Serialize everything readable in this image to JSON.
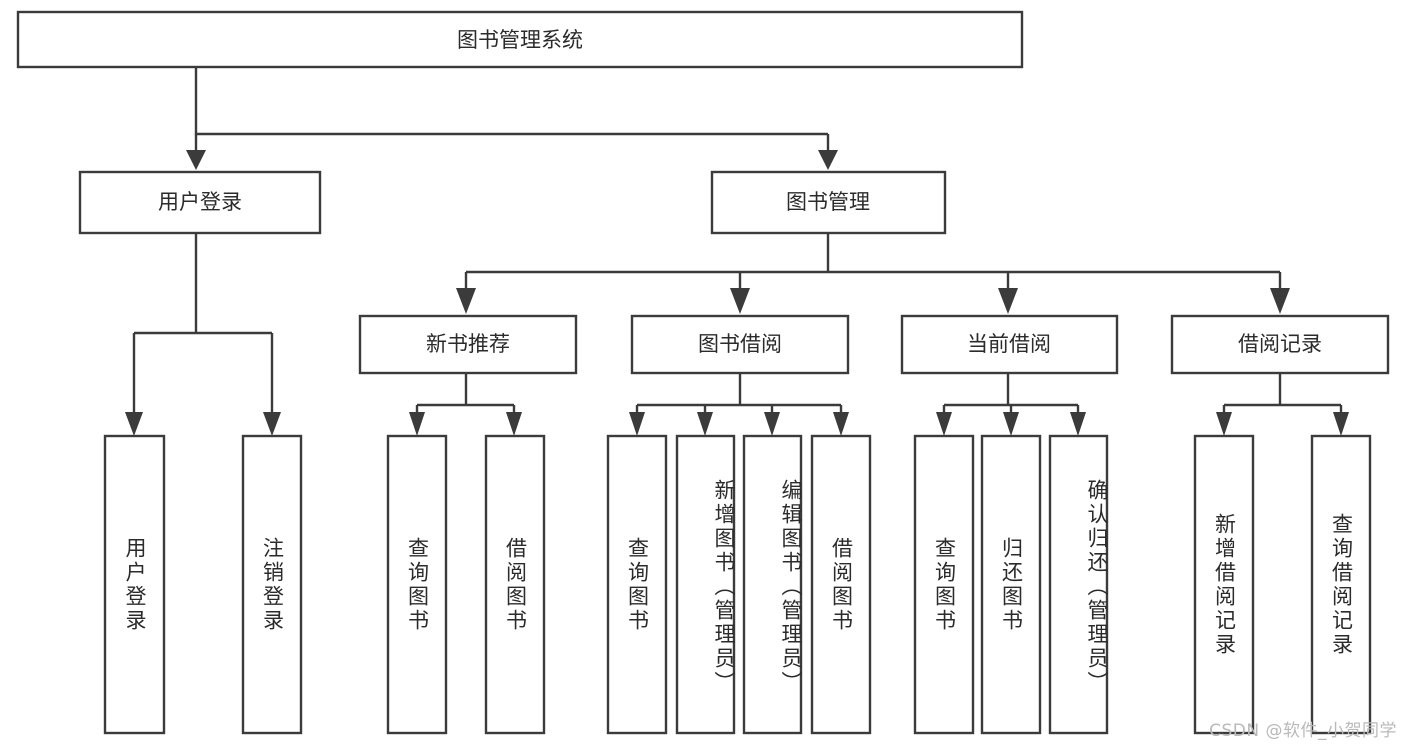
{
  "diagram": {
    "type": "tree-hierarchy",
    "title": "图书管理系统",
    "root": {
      "id": "root",
      "label": "图书管理系统",
      "orientation": "horizontal"
    },
    "level1": [
      {
        "id": "user-login",
        "label": "用户登录",
        "orientation": "horizontal"
      },
      {
        "id": "book-management",
        "label": "图书管理",
        "orientation": "horizontal"
      }
    ],
    "level2": [
      {
        "id": "new-book-recommend",
        "label": "新书推荐",
        "orientation": "horizontal",
        "parent": "book-management"
      },
      {
        "id": "book-borrow",
        "label": "图书借阅",
        "orientation": "horizontal",
        "parent": "book-management"
      },
      {
        "id": "current-borrow",
        "label": "当前借阅",
        "orientation": "horizontal",
        "parent": "book-management"
      },
      {
        "id": "borrow-record",
        "label": "借阅记录",
        "orientation": "horizontal",
        "parent": "book-management"
      }
    ],
    "leaves": [
      {
        "id": "leaf-user-login",
        "label": "用户登录",
        "orientation": "vertical",
        "parent": "user-login"
      },
      {
        "id": "leaf-user-logout",
        "label": "注销登录",
        "orientation": "vertical",
        "parent": "user-login"
      },
      {
        "id": "leaf-query-book-1",
        "label": "查询图书",
        "orientation": "vertical",
        "parent": "new-book-recommend"
      },
      {
        "id": "leaf-borrow-book-1",
        "label": "借阅图书",
        "orientation": "vertical",
        "parent": "new-book-recommend"
      },
      {
        "id": "leaf-query-book-2",
        "label": "查询图书",
        "orientation": "vertical",
        "parent": "book-borrow"
      },
      {
        "id": "leaf-add-book",
        "label": "新增图书（管理员）",
        "orientation": "vertical",
        "parent": "book-borrow"
      },
      {
        "id": "leaf-edit-book",
        "label": "编辑图书（管理员）",
        "orientation": "vertical",
        "parent": "book-borrow"
      },
      {
        "id": "leaf-borrow-book-2",
        "label": "借阅图书",
        "orientation": "vertical",
        "parent": "book-borrow"
      },
      {
        "id": "leaf-query-book-3",
        "label": "查询图书",
        "orientation": "vertical",
        "parent": "current-borrow"
      },
      {
        "id": "leaf-return-book",
        "label": "归还图书",
        "orientation": "vertical",
        "parent": "current-borrow"
      },
      {
        "id": "leaf-confirm-return",
        "label": "确认归还（管理员）",
        "orientation": "vertical",
        "parent": "current-borrow"
      },
      {
        "id": "leaf-add-record",
        "label": "新增借阅记录",
        "orientation": "vertical",
        "parent": "borrow-record"
      },
      {
        "id": "leaf-query-record",
        "label": "查询借阅记录",
        "orientation": "vertical",
        "parent": "borrow-record"
      }
    ],
    "colors": {
      "stroke": "#3b3b3b",
      "fill": "#ffffff",
      "text": "#2b2b2b",
      "background": "#ffffff",
      "watermark": "#b9b9b9"
    }
  },
  "watermark": {
    "text": "CSDN @软件_小贺同学"
  }
}
